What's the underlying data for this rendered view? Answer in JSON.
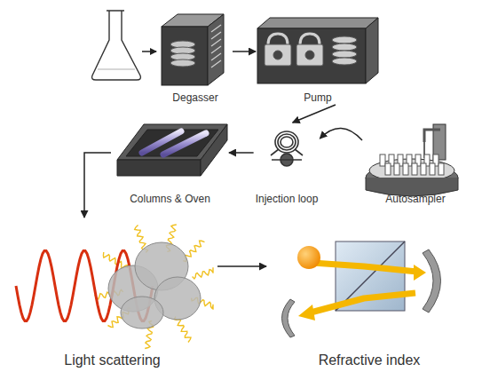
{
  "diagram": {
    "nodes": [
      {
        "text": [
          "Degasser"
        ]
      },
      {
        "text": [
          "Pump"
        ]
      },
      {
        "text": [
          "Injection loop"
        ]
      },
      {
        "text": [
          "Autosampler"
        ]
      },
      {
        "text": [
          "Columns & Oven"
        ]
      },
      {
        "text": [
          "Light scattering"
        ]
      },
      {
        "text": [
          "Refractive index"
        ]
      }
    ],
    "edges": [
      {
        "from": 0,
        "to": 1,
        "arrow": "to"
      },
      {
        "from": 1,
        "to": 2,
        "arrow": "to"
      },
      {
        "from": 3,
        "to": 2,
        "arrow": "to"
      },
      {
        "from": 2,
        "to": 4,
        "arrow": "to"
      },
      {
        "from": 4,
        "to": 5,
        "arrow": "to"
      },
      {
        "from": 5,
        "to": 6,
        "arrow": "to"
      }
    ]
  }
}
